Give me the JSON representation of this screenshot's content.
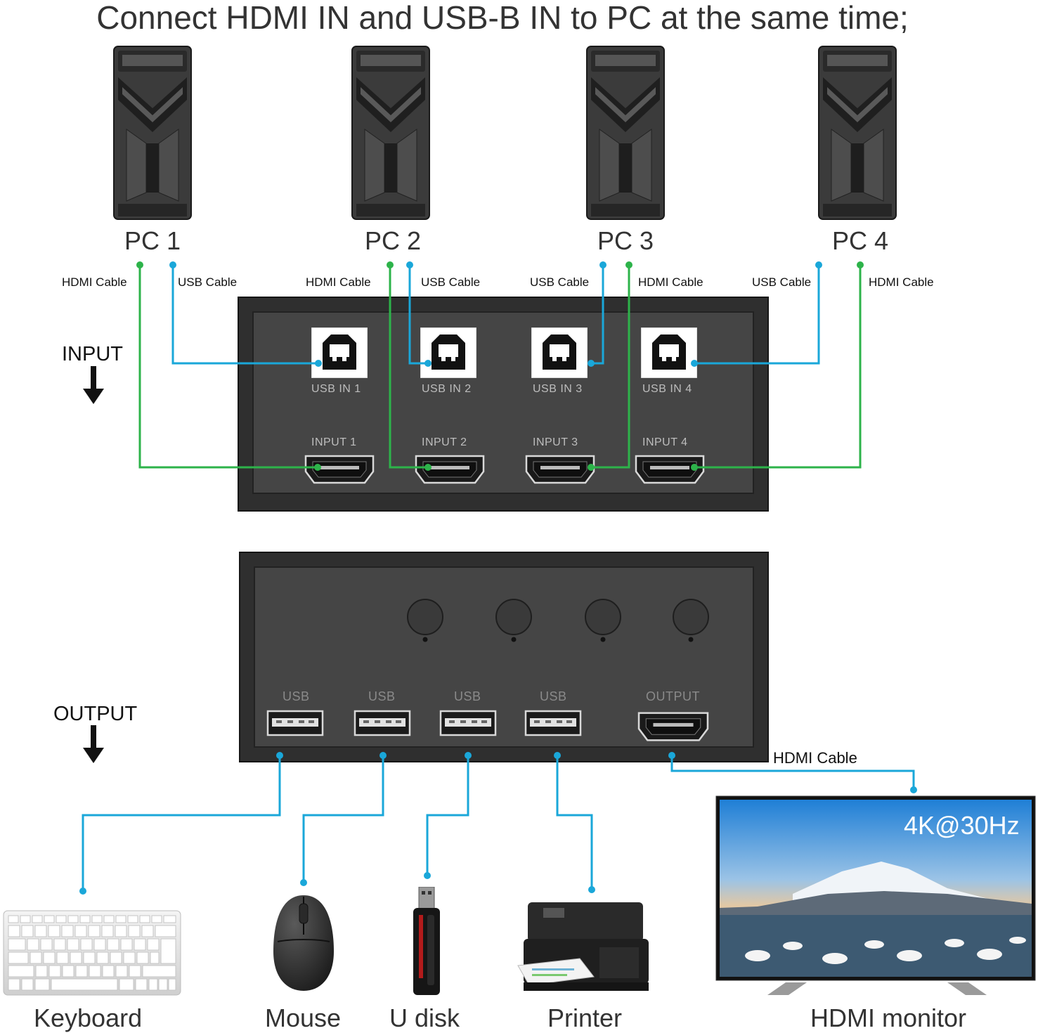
{
  "header": {
    "title": "Connect HDMI IN and USB-B IN to PC at the same time;"
  },
  "pcs": [
    {
      "label": "PC 1",
      "icon": "pc-tower-icon"
    },
    {
      "label": "PC 2",
      "icon": "pc-tower-icon"
    },
    {
      "label": "PC 3",
      "icon": "pc-tower-icon"
    },
    {
      "label": "PC 4",
      "icon": "pc-tower-icon"
    }
  ],
  "cables": {
    "hdmi_label": "HDMI Cable",
    "usb_label": "USB Cable",
    "output_hdmi_label": "HDMI Cable",
    "hdmi_color": "#2db34a",
    "usb_color": "#1aa7d9"
  },
  "input_panel": {
    "side_label": "INPUT",
    "usb_ports": [
      "USB IN 1",
      "USB IN 2",
      "USB IN 3",
      "USB IN 4"
    ],
    "hdmi_ports": [
      "INPUT 1",
      "INPUT 2",
      "INPUT 3",
      "INPUT 4"
    ]
  },
  "output_panel": {
    "side_label": "OUTPUT",
    "usb_ports": [
      "USB",
      "USB",
      "USB",
      "USB"
    ],
    "hdmi_port": "OUTPUT",
    "buttons": 4
  },
  "devices": {
    "keyboard": "Keyboard",
    "mouse": "Mouse",
    "udisk": "U disk",
    "printer": "Printer",
    "monitor": "HDMI monitor",
    "monitor_badge": "4K@30Hz"
  },
  "colors": {
    "panel": "#3a3a3a",
    "panel_inner": "#4a4a4a",
    "panel_border": "#1c1c1c"
  }
}
